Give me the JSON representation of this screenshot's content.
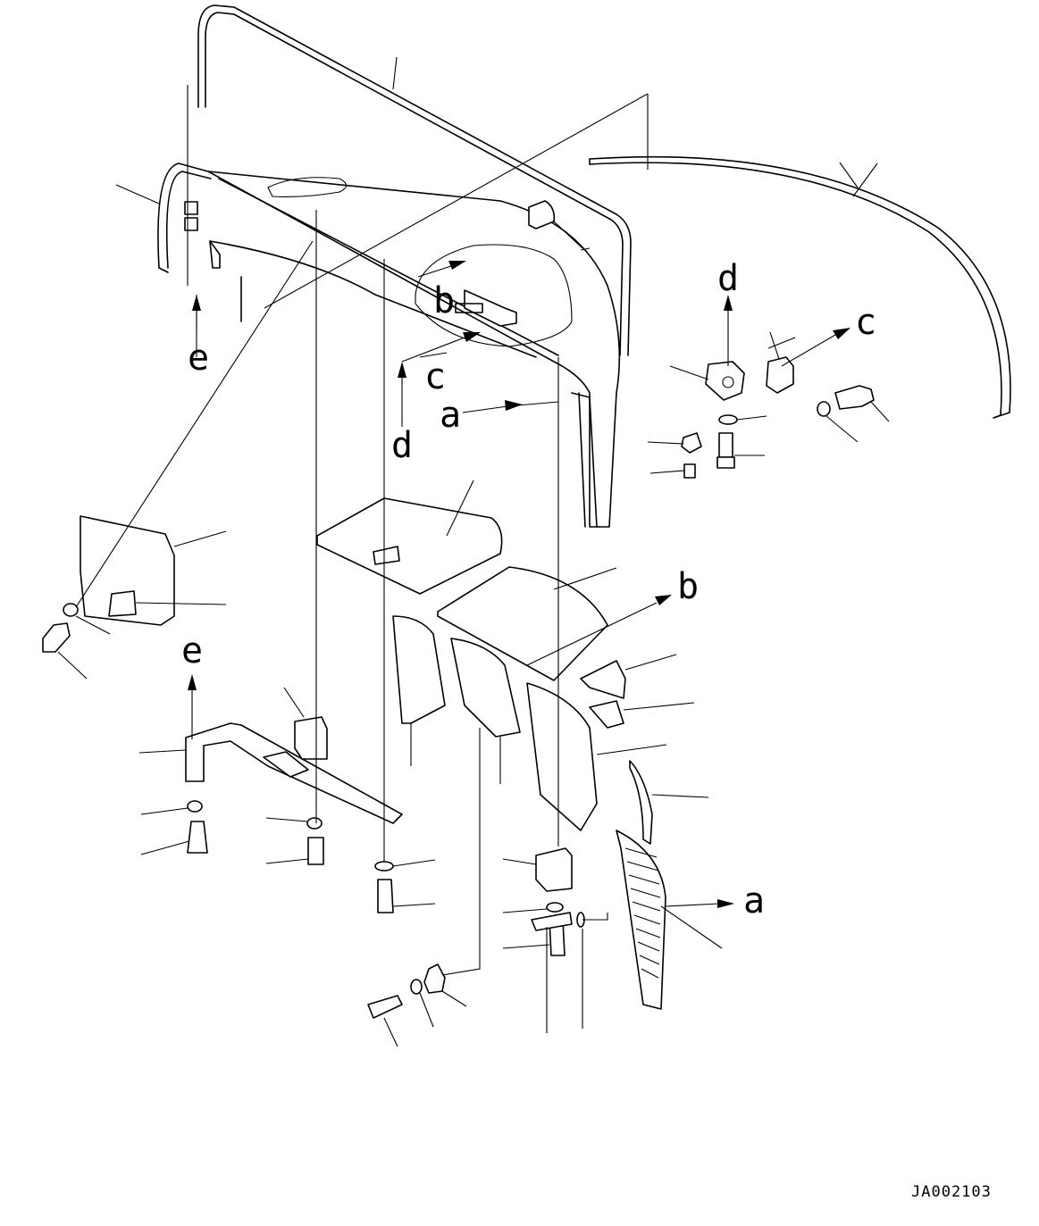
{
  "callouts": {
    "a1": "a",
    "a2": "a",
    "b1": "b",
    "b2": "b",
    "c1": "c",
    "c2": "c",
    "d1": "d",
    "d2": "d",
    "e1": "e",
    "e2": "e"
  },
  "drawing_number": "JA002103"
}
